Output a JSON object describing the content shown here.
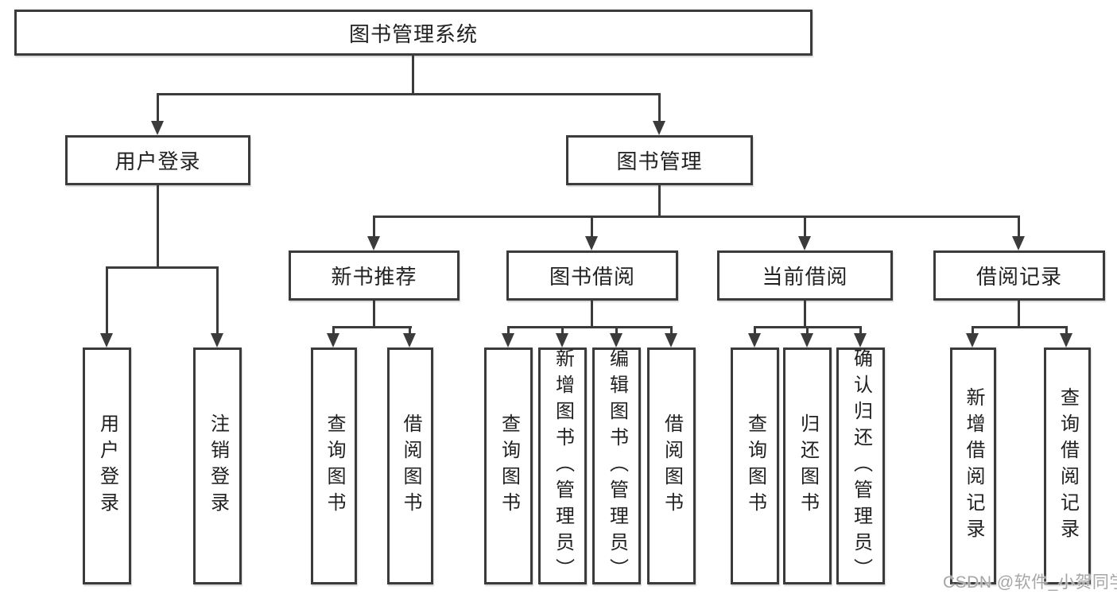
{
  "diagram": {
    "root": {
      "label": "图书管理系统"
    },
    "level2": {
      "user_login": {
        "label": "用户登录"
      },
      "book_mgmt": {
        "label": "图书管理"
      }
    },
    "level3": {
      "new_book": {
        "label": "新书推荐"
      },
      "book_borrow": {
        "label": "图书借阅"
      },
      "current_borrow": {
        "label": "当前借阅"
      },
      "borrow_record": {
        "label": "借阅记录"
      }
    },
    "leaves": {
      "user_login": [
        "用户登录",
        "注销登录"
      ],
      "new_book": [
        "查询图书",
        "借阅图书"
      ],
      "book_borrow": [
        "查询图书",
        "新增图书（管理员）",
        "编辑图书（管理员）",
        "借阅图书"
      ],
      "current_borrow": [
        "查询图书",
        "归还图书",
        "确认归还（管理员）"
      ],
      "borrow_record": [
        "新增借阅记录",
        "查询借阅记录"
      ]
    },
    "watermark": "CSDN @软件_小贺同学",
    "colors": {
      "line": "#3b3b3b",
      "text": "#212121",
      "watermark": "#a6a6a6",
      "background": "#ffffff"
    }
  }
}
